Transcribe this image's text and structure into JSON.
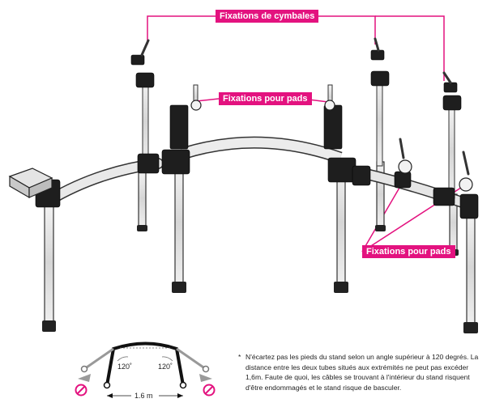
{
  "labels": {
    "cymbal_mounts": "Fixations de cymbales",
    "pad_mounts_top": "Fixations pour pads",
    "pad_mounts_right": "Fixations pour pads"
  },
  "inset": {
    "angle_left": "120˚",
    "angle_right": "120˚",
    "distance": "1.6 m"
  },
  "note": {
    "marker": "*",
    "text": "N'écartez pas les pieds du stand selon un angle supérieur à 120 degrés. La distance entre les deux tubes situés aux extrémités ne peut pas excéder 1,6m. Faute de quoi, les câbles se trouvant à l'intérieur du stand risquent d'être endommagés et le stand risque de basculer."
  },
  "colors": {
    "callout": "#e3127f",
    "line": "#111111",
    "warning": "#e3127f",
    "arrow": "#9a9a9a"
  },
  "icons": [
    "no-entry-icon",
    "no-entry-icon"
  ]
}
